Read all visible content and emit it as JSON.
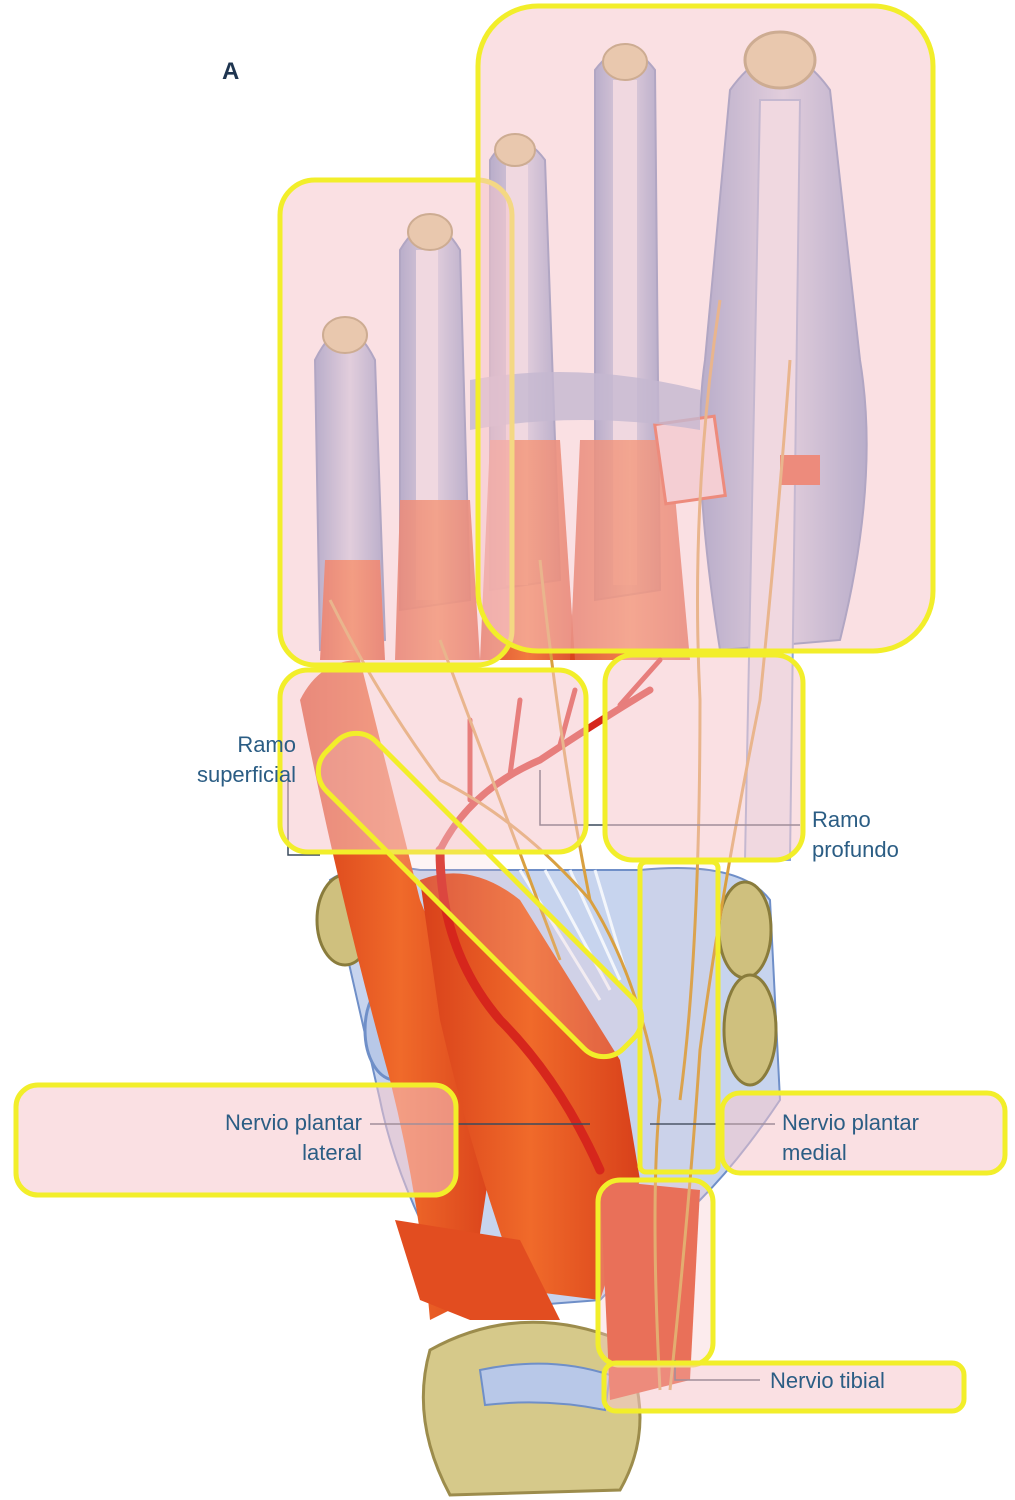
{
  "figure": {
    "panel_letter": "A"
  },
  "labels": {
    "ramo_superficial": {
      "line1": "Ramo",
      "line2": "superficial"
    },
    "ramo_profundo": {
      "line1": "Ramo",
      "line2": "profundo"
    },
    "nervio_plantar_lateral": {
      "line1": "Nervio plantar",
      "line2": "lateral"
    },
    "nervio_plantar_medial": {
      "line1": "Nervio plantar",
      "line2": "medial"
    },
    "nervio_tibial": {
      "text": "Nervio tibial"
    }
  },
  "colors": {
    "highlight_fill": "#f6c6cc",
    "highlight_border": "#f2ee2a",
    "muscle": "#e8501e",
    "tendon": "#8aa6d6",
    "nerve": "#d9a040",
    "bone": "#c8b874",
    "label_text": "#2b5d84"
  }
}
